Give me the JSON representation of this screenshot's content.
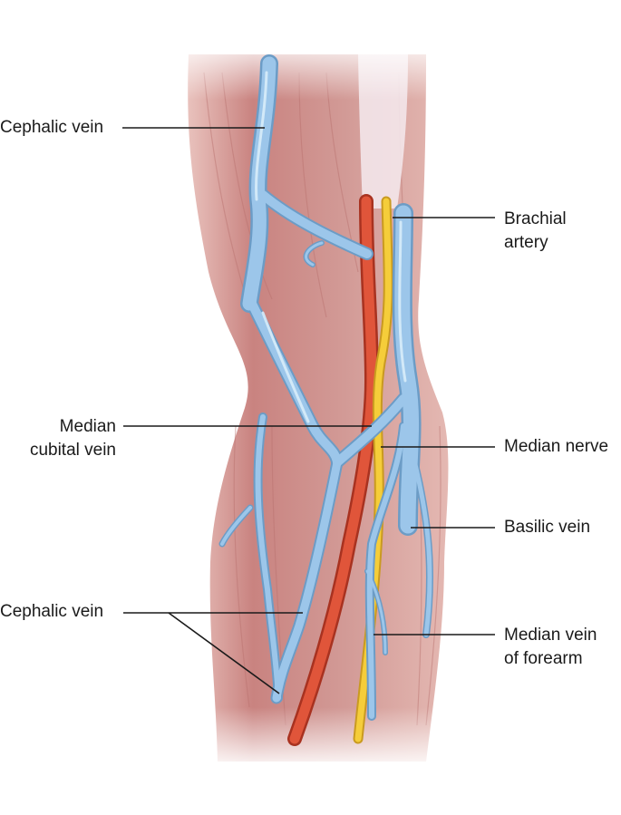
{
  "diagram": {
    "labels": {
      "cephalic_upper": "Cephalic vein",
      "brachial_artery": [
        "Brachial",
        "artery"
      ],
      "median_cubital": [
        "Median",
        "cubital vein"
      ],
      "median_nerve": "Median nerve",
      "basilic_vein": "Basilic vein",
      "cephalic_lower": "Cephalic vein",
      "median_vein_forearm": [
        "Median vein",
        "of forearm"
      ]
    },
    "colors": {
      "vein": "#8fbde3",
      "vein_highlight": "#cfe6f7",
      "artery": "#d9482a",
      "nerve": "#f2c230",
      "muscle": "#c98a86",
      "leader_line": "#1a1a1a"
    }
  }
}
